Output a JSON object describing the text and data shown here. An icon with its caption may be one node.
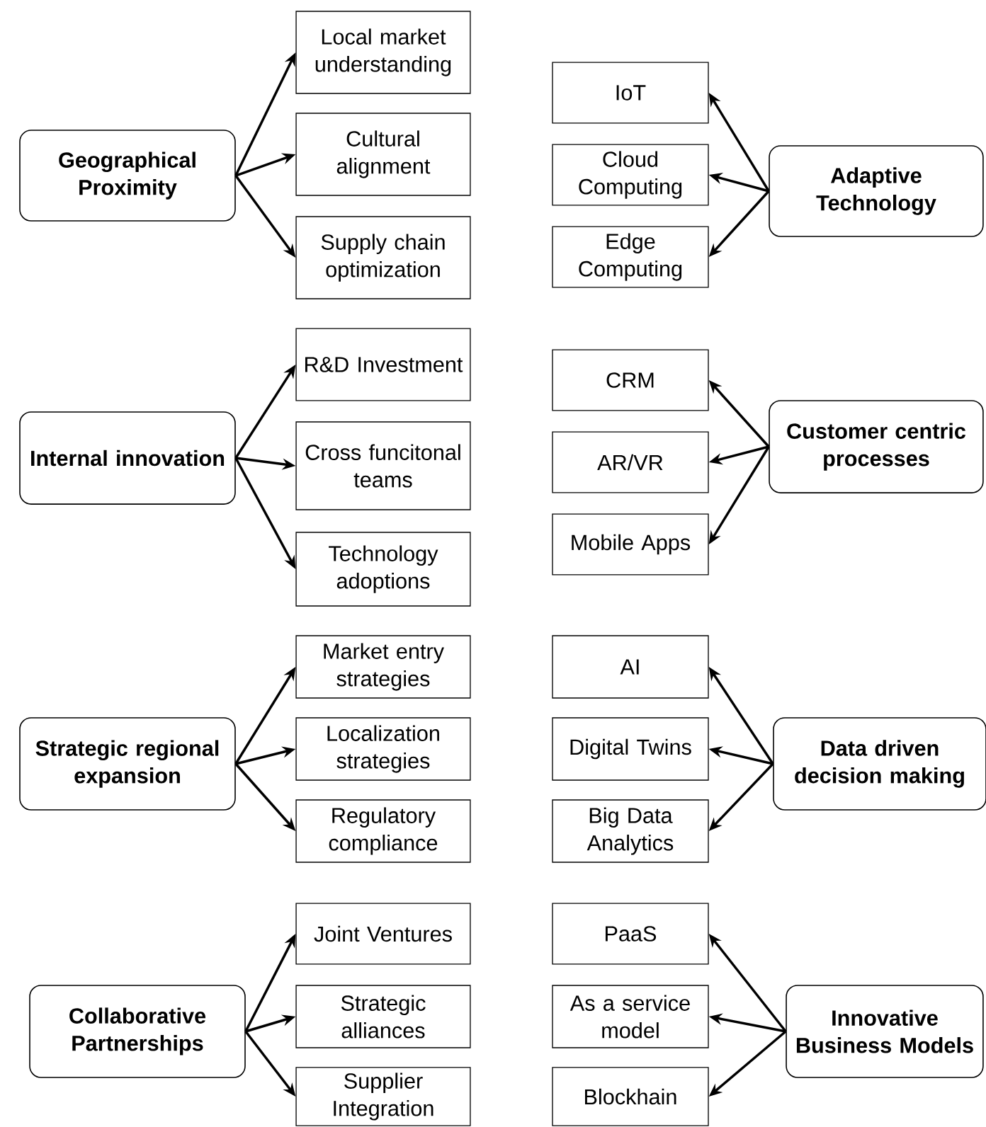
{
  "diagram": {
    "nodes": [
      {
        "text": [
          "Geographical Proximity"
        ]
      },
      {
        "text": [
          "Local market understanding"
        ]
      },
      {
        "text": [
          "Cultural alignment"
        ]
      },
      {
        "text": [
          "Supply chain optimization"
        ]
      },
      {
        "text": [
          "IoT"
        ]
      },
      {
        "text": [
          "Cloud Computing"
        ]
      },
      {
        "text": [
          "Edge Computing"
        ]
      },
      {
        "text": [
          "Adaptive Technology"
        ]
      },
      {
        "text": [
          "Internal innovation"
        ]
      },
      {
        "text": [
          "R&D Investment"
        ]
      },
      {
        "text": [
          "Cross funcitonal teams"
        ]
      },
      {
        "text": [
          "Technology adoptions"
        ]
      },
      {
        "text": [
          "CRM"
        ]
      },
      {
        "text": [
          "AR/VR"
        ]
      },
      {
        "text": [
          "Mobile Apps"
        ]
      },
      {
        "text": [
          "Customer centric processes"
        ]
      },
      {
        "text": [
          "Strategic regional expansion"
        ]
      },
      {
        "text": [
          "Market entry strategies"
        ]
      },
      {
        "text": [
          "Localization strategies"
        ]
      },
      {
        "text": [
          "Regulatory compliance"
        ]
      },
      {
        "text": [
          "AI"
        ]
      },
      {
        "text": [
          "Digital Twins"
        ]
      },
      {
        "text": [
          "Big Data Analytics"
        ]
      },
      {
        "text": [
          "Data driven decision making"
        ]
      },
      {
        "text": [
          "Collaborative Partnerships"
        ]
      },
      {
        "text": [
          "Joint Ventures"
        ]
      },
      {
        "text": [
          "Strategic alliances"
        ]
      },
      {
        "text": [
          "Supplier Integration"
        ]
      },
      {
        "text": [
          "PaaS"
        ]
      },
      {
        "text": [
          "As a service model"
        ]
      },
      {
        "text": [
          "Blockhain"
        ]
      },
      {
        "text": [
          "Innovative Business Models"
        ]
      }
    ],
    "edges": [
      {
        "from": 0,
        "to": 1,
        "arrow": "to"
      },
      {
        "from": 0,
        "to": 2,
        "arrow": "to"
      },
      {
        "from": 0,
        "to": 3,
        "arrow": "to"
      },
      {
        "from": 7,
        "to": 4,
        "arrow": "to"
      },
      {
        "from": 7,
        "to": 5,
        "arrow": "to"
      },
      {
        "from": 7,
        "to": 6,
        "arrow": "to"
      },
      {
        "from": 8,
        "to": 9,
        "arrow": "to"
      },
      {
        "from": 8,
        "to": 10,
        "arrow": "to"
      },
      {
        "from": 8,
        "to": 11,
        "arrow": "to"
      },
      {
        "from": 15,
        "to": 12,
        "arrow": "to"
      },
      {
        "from": 15,
        "to": 13,
        "arrow": "to"
      },
      {
        "from": 15,
        "to": 14,
        "arrow": "to"
      },
      {
        "from": 16,
        "to": 17,
        "arrow": "to"
      },
      {
        "from": 16,
        "to": 18,
        "arrow": "to"
      },
      {
        "from": 16,
        "to": 19,
        "arrow": "to"
      },
      {
        "from": 23,
        "to": 20,
        "arrow": "to"
      },
      {
        "from": 23,
        "to": 21,
        "arrow": "to"
      },
      {
        "from": 23,
        "to": 22,
        "arrow": "to"
      },
      {
        "from": 24,
        "to": 25,
        "arrow": "to"
      },
      {
        "from": 24,
        "to": 26,
        "arrow": "to"
      },
      {
        "from": 24,
        "to": 27,
        "arrow": "to"
      },
      {
        "from": 31,
        "to": 28,
        "arrow": "to"
      },
      {
        "from": 31,
        "to": 29,
        "arrow": "to"
      },
      {
        "from": 31,
        "to": 30,
        "arrow": "to"
      }
    ]
  }
}
